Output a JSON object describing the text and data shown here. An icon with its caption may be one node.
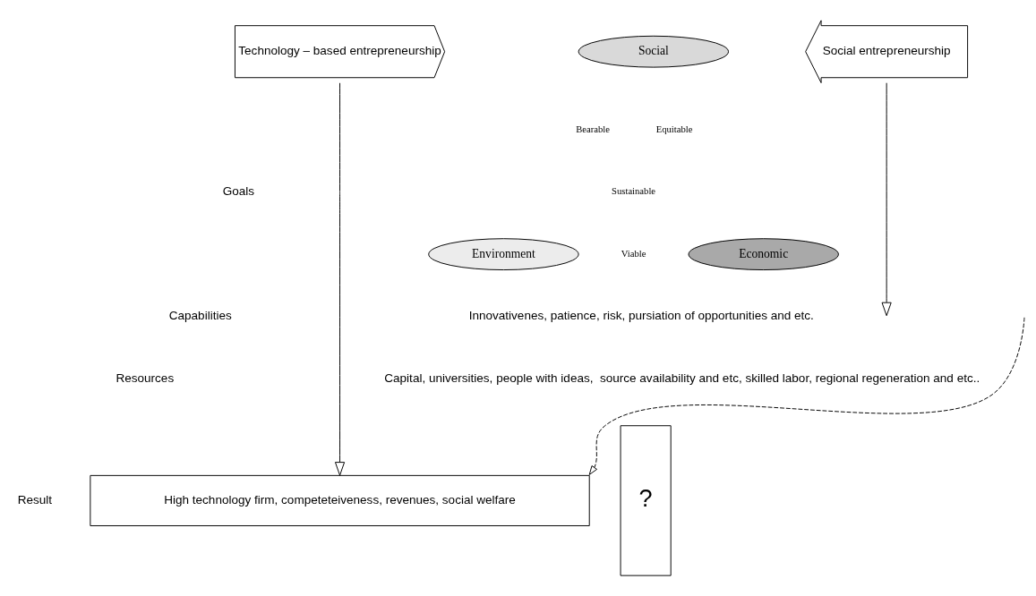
{
  "diagram": {
    "nodes": [
      {
        "text": [
          "Technology – based entrepreneurship"
        ]
      },
      {
        "text": [
          "Social entrepreneurship"
        ]
      },
      {
        "text": [
          "Social"
        ]
      },
      {
        "text": [
          "Environment"
        ]
      },
      {
        "text": [
          "Economic"
        ]
      },
      {
        "text": [
          "High technology firm, competeteiveness, revenues, social welfare"
        ]
      },
      {
        "text": [
          "?"
        ]
      }
    ],
    "edges": [
      {
        "from": 0,
        "to": 5,
        "arrow": "to"
      },
      {
        "from": 1,
        "to": null,
        "arrow": "to"
      },
      {
        "from": null,
        "to": 5,
        "arrow": "to",
        "style": "dashed"
      }
    ],
    "labels": [
      "Bearable",
      "Equitable",
      "Sustainable",
      "Viable",
      "Goals",
      "Capabilities",
      "Innovativenes, patience, risk, pursiation of opportunities and etc.",
      "Resources",
      "Capital, universities, people with ideas,  source availability and etc, skilled labor, regional regeneration and etc..",
      "Result"
    ]
  }
}
